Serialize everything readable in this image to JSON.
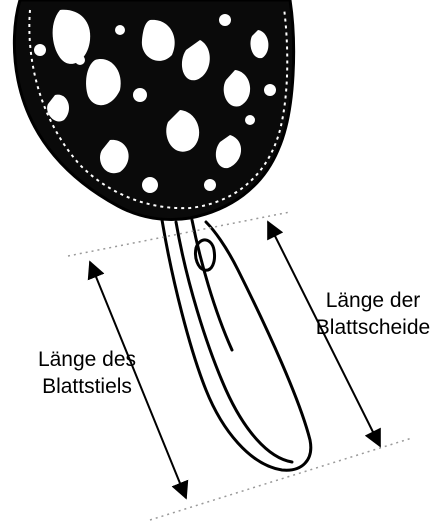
{
  "labels": {
    "sheath_line1": "Länge der",
    "sheath_line2": "Blattscheide",
    "petiole_line1": "Länge des",
    "petiole_line2": "Blattstiels"
  },
  "colors": {
    "ink": "#000000",
    "guide": "#9a9a9a",
    "background": "#ffffff"
  },
  "icons": {
    "leaf": "spotted-leaf-blade-illustration",
    "arrows": "double-headed-measurement-arrow"
  }
}
